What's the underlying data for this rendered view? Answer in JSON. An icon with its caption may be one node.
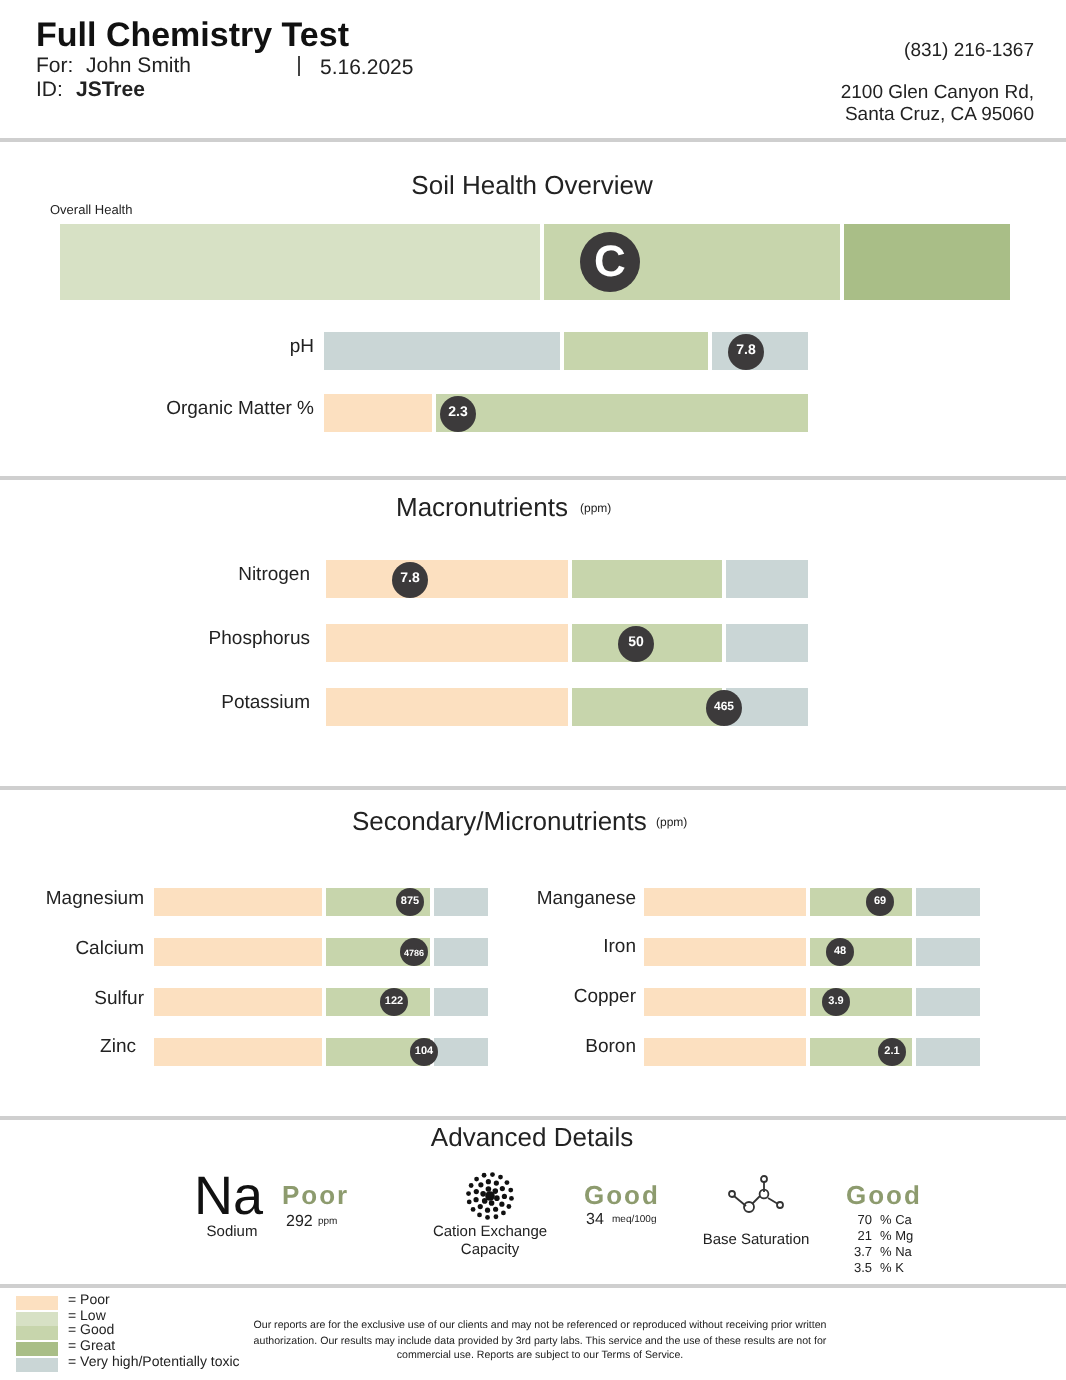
{
  "diagram": {
    "title": "Full Chemistry Test",
    "labels": [
      "For:",
      "John Smith",
      "5.16.2025",
      "ID:",
      "JSTree",
      "(831) 216-1367",
      "2100 Glen Canyon Rd,",
      "Santa Cruz, CA 95060",
      "Soil Health Overview",
      "Overall Health",
      "C",
      "pH",
      "7.8",
      "Organic Matter %",
      "2.3",
      "Macronutrients",
      "(ppm)",
      "Nitrogen",
      "7.8",
      "Phosphorus",
      "50",
      "Potassium",
      "465",
      "Secondary/Micronutrients",
      "(ppm)",
      "Magnesium",
      "875",
      "Manganese",
      "69",
      "Calcium",
      "4786",
      "Iron",
      "48",
      "Sulfur",
      "122",
      "Copper",
      "3.9",
      "Zinc",
      "104",
      "Boron",
      "2.1",
      "Advanced Details",
      "Na",
      "Sodium",
      "Poor",
      "292",
      "ppm",
      "Cation Exchange Capacity",
      "Good",
      "34",
      "meq/100g",
      "Base Saturation",
      "Good",
      "70",
      "% Ca",
      "21",
      "% Mg",
      "3.7",
      "% Na",
      "3.5",
      "% K",
      "Our reports are for the exclusive use of our clients and may not be referenced or reproduced without receiving prior written authorization. Our results may include data provided by 3rd party labs. This service and the use of these results are not for commercial use. Reports are subject to our Terms of Service."
    ],
    "legend": [
      {
        "text": "= Poor",
        "color": "#fce0c0"
      },
      {
        "text": "= Low",
        "color": "#d7e1c5"
      },
      {
        "text": "= Good",
        "color": "#c7d5ac"
      },
      {
        "text": "= Great",
        "color": "#a9be87"
      },
      {
        "text": "= Very high/Potentially toxic",
        "color": "#cad6d6"
      }
    ]
  }
}
